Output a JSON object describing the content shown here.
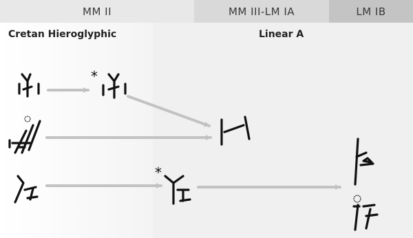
{
  "periods": [
    {
      "label": "MM II"
    },
    {
      "label": "MM III-LM IA"
    },
    {
      "label": "LM IB"
    }
  ],
  "scripts": {
    "left": "Cretan Hieroglyphic",
    "right": "Linear A"
  },
  "marks": {
    "reconstructed": "*"
  },
  "colors": {
    "arrow": "#c2c2c2",
    "glyph": "#111111",
    "header_1": "#e8e8e8",
    "header_2": "#d9d9d9",
    "header_3": "#c4c4c4"
  }
}
